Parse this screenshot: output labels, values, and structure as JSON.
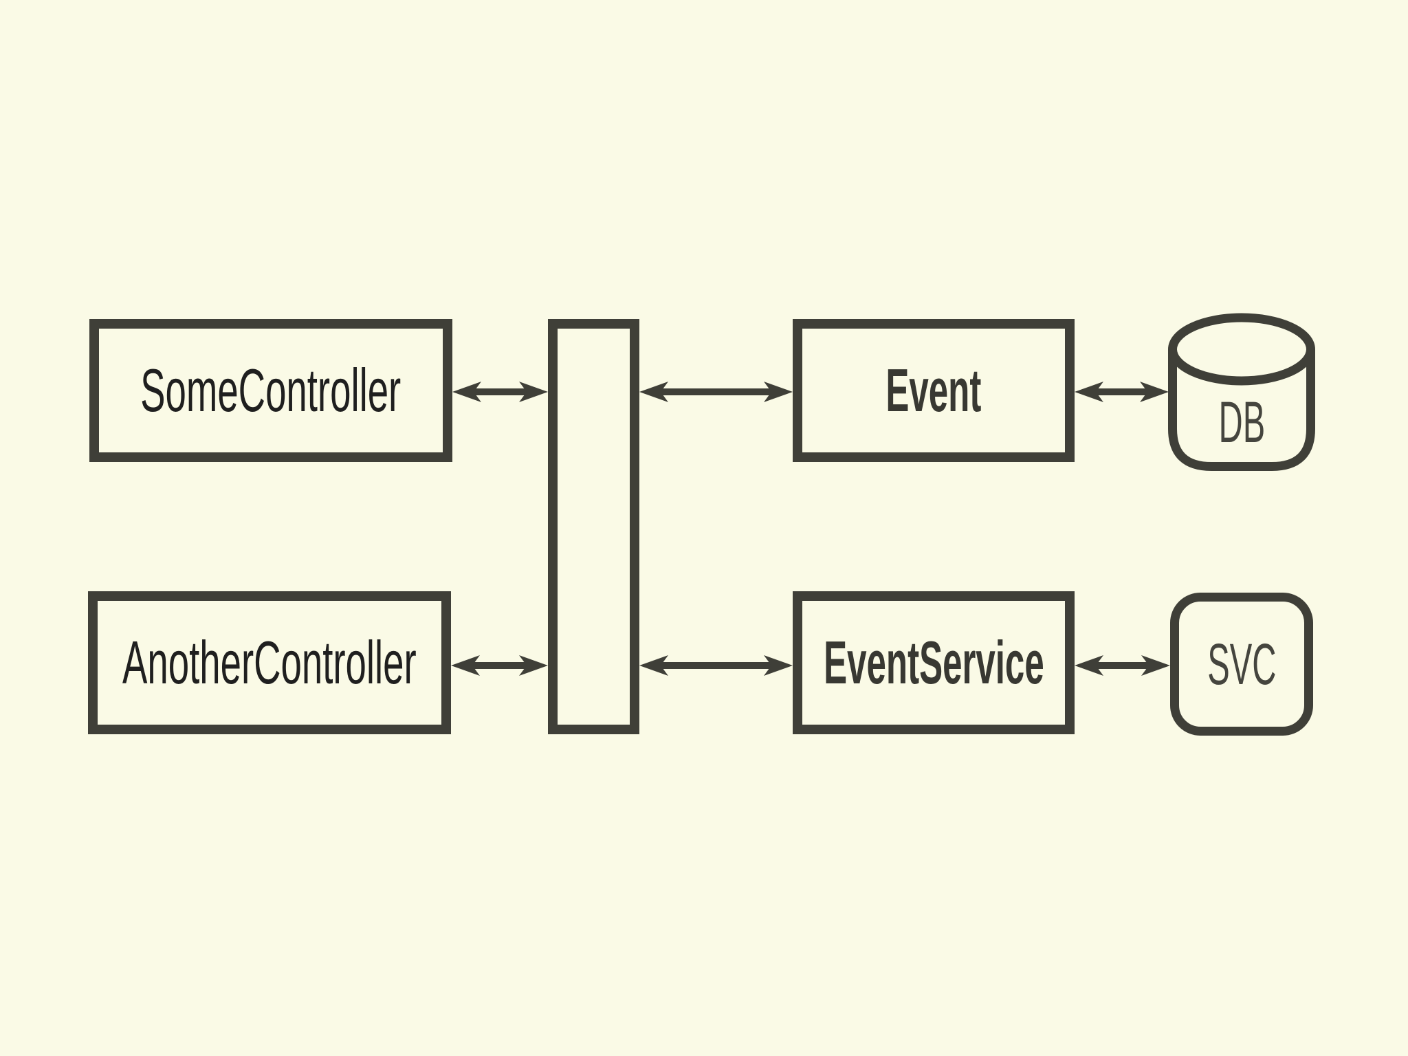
{
  "colors": {
    "background": "#fafae6",
    "ink": "#3f3f38",
    "controller_label": "#1f1f1f",
    "bold_label": "#383832",
    "small_label": "#45453e"
  },
  "nodes": {
    "some_controller": {
      "label": "SomeController",
      "type": "rectangle"
    },
    "another_controller": {
      "label": "AnotherController",
      "type": "rectangle"
    },
    "event_bus": {
      "label": "",
      "type": "vertical-bar"
    },
    "event": {
      "label": "Event",
      "type": "rectangle-bold"
    },
    "event_service": {
      "label": "EventService",
      "type": "rectangle-bold"
    },
    "db": {
      "label": "DB",
      "type": "database-cylinder"
    },
    "svc": {
      "label": "SVC",
      "type": "rounded-square"
    }
  },
  "connections": [
    {
      "from": "some_controller",
      "to": "event_bus",
      "direction": "bidirectional"
    },
    {
      "from": "event_bus",
      "to": "event",
      "direction": "bidirectional"
    },
    {
      "from": "event",
      "to": "db",
      "direction": "bidirectional"
    },
    {
      "from": "another_controller",
      "to": "event_bus",
      "direction": "bidirectional"
    },
    {
      "from": "event_bus",
      "to": "event_service",
      "direction": "bidirectional"
    },
    {
      "from": "event_service",
      "to": "svc",
      "direction": "bidirectional"
    }
  ]
}
